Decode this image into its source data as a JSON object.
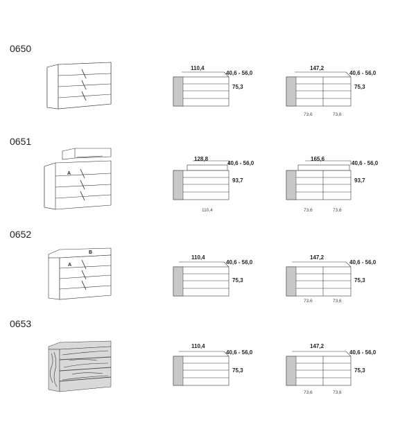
{
  "rows": [
    {
      "code": "0650",
      "single": {
        "width": "110,4",
        "depth": "40,6 - 56,0",
        "height": "75,3"
      },
      "double": {
        "width": "147,2",
        "depth": "40,6 - 56,0",
        "height": "75,3",
        "module_left": "73,6",
        "module_right": "73,6"
      }
    },
    {
      "code": "0651",
      "perspective_label_a": "A",
      "single": {
        "width": "128,8",
        "depth": "40,6 - 56,0",
        "height": "93,7",
        "base_width": "110,4"
      },
      "double": {
        "width": "165,6",
        "depth": "40,6 - 56,0",
        "height": "93,7",
        "module_left": "73,6",
        "module_right": "73,6"
      }
    },
    {
      "code": "0652",
      "perspective_label_a": "A",
      "perspective_label_b": "B",
      "single": {
        "width": "110,4",
        "depth": "40,6 - 56,0",
        "height": "75,3"
      },
      "double": {
        "width": "147,2",
        "depth": "40,6 - 56,0",
        "height": "75,3",
        "module_left": "73,6",
        "module_right": "73,6"
      }
    },
    {
      "code": "0653",
      "single": {
        "width": "110,4",
        "depth": "40,6 - 56,0",
        "height": "75,3"
      },
      "double": {
        "width": "147,2",
        "depth": "40,6 - 56,0",
        "height": "75,3",
        "module_left": "73,6",
        "module_right": "73,6"
      }
    }
  ]
}
